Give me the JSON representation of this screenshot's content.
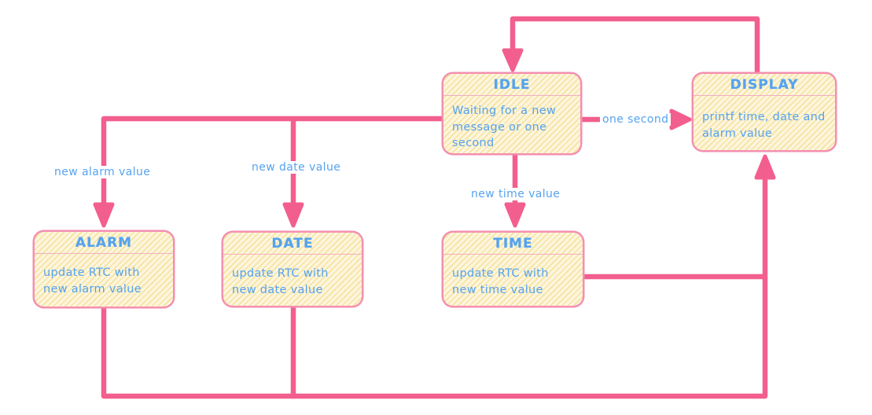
{
  "colors": {
    "edge": "#f25f8e",
    "node_border": "#f48fb1",
    "node_fill": "#fdf5dd",
    "hatch": "#f5e3a0",
    "divider": "#f2aec3",
    "text": "#55a3ef",
    "canvas_bg": "#ffffff"
  },
  "diagram": {
    "type": "state-diagram",
    "nodes": [
      {
        "id": "idle",
        "title": "IDLE",
        "body": "Waiting for a new message or one second"
      },
      {
        "id": "display",
        "title": "DISPLAY",
        "body": "printf time, date and alarm value"
      },
      {
        "id": "alarm",
        "title": "ALARM",
        "body": "update RTC with new alarm value"
      },
      {
        "id": "date",
        "title": "DATE",
        "body": "update RTC with new date value"
      },
      {
        "id": "time",
        "title": "TIME",
        "body": "update RTC with new time value"
      }
    ],
    "edge_labels": [
      {
        "id": "new-alarm-value",
        "text": "new alarm value"
      },
      {
        "id": "new-date-value",
        "text": "new date value"
      },
      {
        "id": "new-time-value",
        "text": "new time value"
      },
      {
        "id": "one-second",
        "text": "one second"
      }
    ],
    "edges": [
      {
        "from": "display",
        "to": "idle",
        "label": ""
      },
      {
        "from": "idle",
        "to": "alarm",
        "label": "new alarm value"
      },
      {
        "from": "idle",
        "to": "date",
        "label": "new date value"
      },
      {
        "from": "idle",
        "to": "time",
        "label": "new time value"
      },
      {
        "from": "idle",
        "to": "display",
        "label": "one second"
      },
      {
        "from": "time",
        "to": "display",
        "label": ""
      },
      {
        "from": "alarm",
        "to": "display",
        "label": ""
      },
      {
        "from": "date",
        "to": "display",
        "label": ""
      }
    ]
  }
}
